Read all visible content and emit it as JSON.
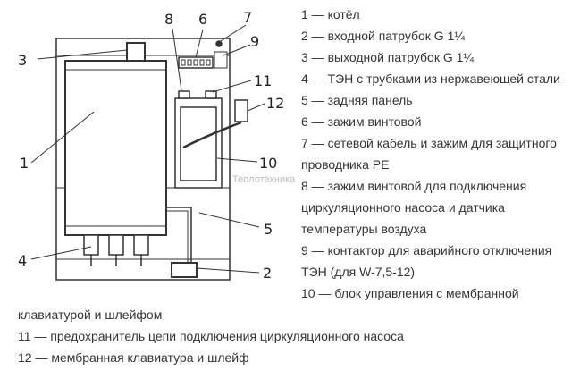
{
  "diagram": {
    "callout_numbers": [
      "1",
      "2",
      "3",
      "4",
      "5",
      "6",
      "7",
      "8",
      "9",
      "10",
      "11",
      "12"
    ],
    "watermark": "Теплотехника"
  },
  "legend": [
    "1 — котёл",
    "2 — входной патрубок G 1¼",
    "3 — выходной патрубок G 1¼",
    "4 — ТЭН с трубками из нержавеющей стали",
    "5 — задняя панель",
    "6 — зажим винтовой",
    "7 — сетевой кабель и зажим для защитного",
    "проводника PE",
    "8 — зажим винтовой для подключения",
    "циркуляционного насоса и датчика",
    "температуры воздуха",
    "9 — контактор для аварийного отключения",
    "ТЭН (для W-7,5-12)",
    "10 — блок управления с мембранной",
    "клавиатурой и шлейфом",
    "11 — предохранитель цепи подключения циркуляционного насоса",
    "12 — мембранная клавиатура и шлейф"
  ]
}
